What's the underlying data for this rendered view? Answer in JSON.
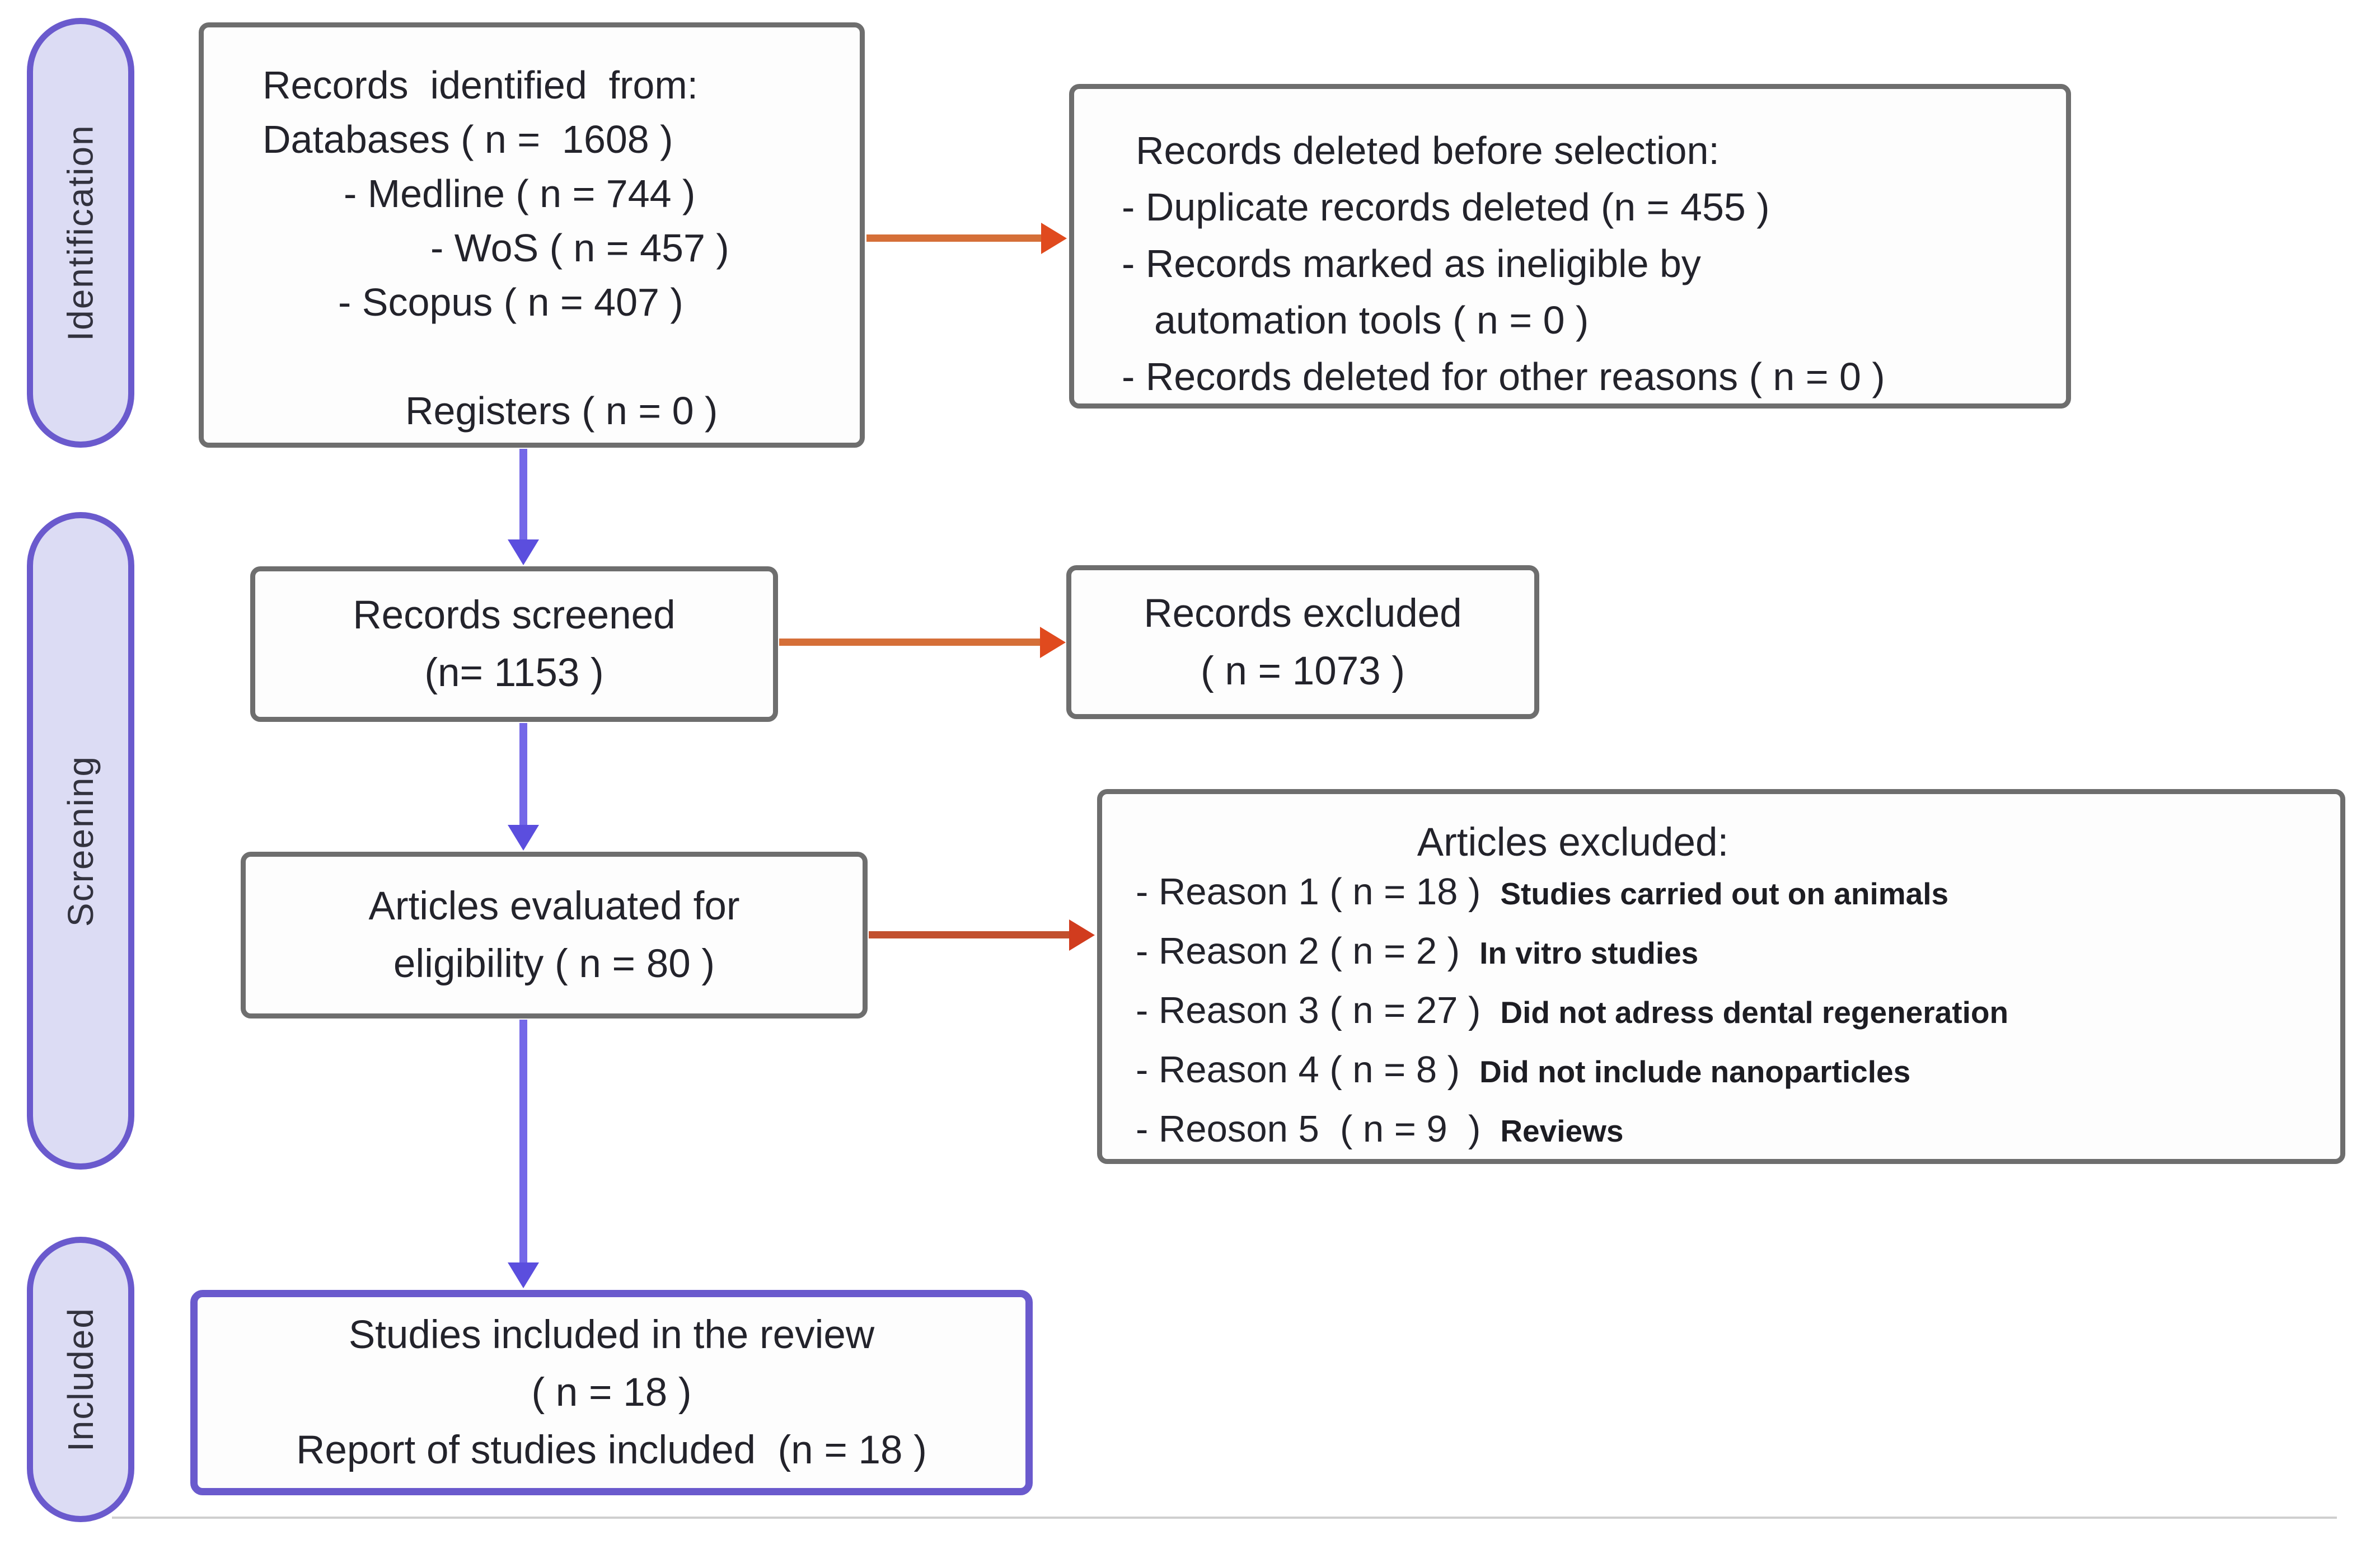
{
  "stages": {
    "identification": "Identification",
    "screening": "Screening",
    "included": "Included"
  },
  "boxes": {
    "records_identified": {
      "title": "Records  identified  from:",
      "databases": "Databases ( n =  1608 )",
      "medline": "- Medline ( n = 744 )",
      "wos": "- WoS ( n = 457 )",
      "scopus": "- Scopus ( n = 407 )",
      "registers": "Registers ( n = 0 )"
    },
    "records_deleted": {
      "title": "Records deleted before selection:",
      "duplicates": "- Duplicate records deleted (n = 455 )",
      "ineligible_1": "- Records marked as ineligible by",
      "ineligible_2": "automation tools ( n = 0 )",
      "other_reasons": "- Records deleted for other reasons ( n = 0 )"
    },
    "records_screened": {
      "line1": "Records screened",
      "line2": "(n= 1153 )"
    },
    "records_excluded": {
      "line1": "Records excluded",
      "line2": "( n = 1073 )"
    },
    "articles_evaluated": {
      "line1": "Articles evaluated for",
      "line2": "eligibility ( n = 80 )"
    },
    "articles_excluded": {
      "title": "Articles excluded:",
      "reasons": [
        {
          "reason": "- Reason 1 ( n = 18 )",
          "note": "Studies carried out on animals"
        },
        {
          "reason": "- Reason 2 ( n = 2 )",
          "note": "In vitro studies"
        },
        {
          "reason": "- Reason 3 ( n = 27 )",
          "note": "Did not adress dental regeneration"
        },
        {
          "reason": "- Reason 4 ( n = 8 )",
          "note": "Did not include nanoparticles"
        },
        {
          "reason": "- Reoson 5  ( n = 9  )",
          "note": "Reviews"
        }
      ]
    },
    "studies_included": {
      "line1": "Studies included in the review",
      "line2": "( n = 18 )",
      "line3": "Report of studies included  (n = 18 )"
    }
  },
  "colors": {
    "box_border": "#6e6e6e",
    "stage_border": "#6a5acd",
    "stage_fill": "#dcdcf4",
    "included_box_border": "#6a5acd",
    "down_arrow": "#7468e8",
    "right_arrow": "#e04a1e",
    "right_arrow_dark": "#d13c1e",
    "text": "#23232b"
  }
}
